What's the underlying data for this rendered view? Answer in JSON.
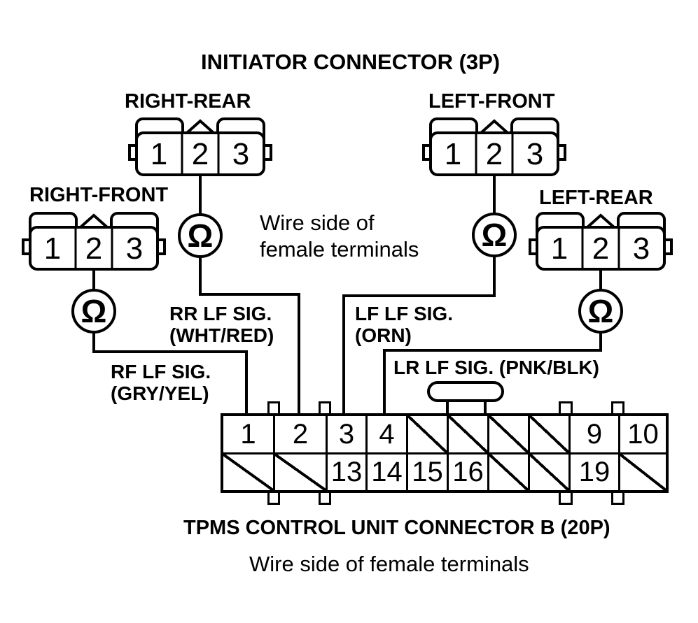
{
  "colors": {
    "line": "#000000",
    "background": "#ffffff"
  },
  "header": {
    "title": "INITIATOR CONNECTOR (3P)"
  },
  "middle_note": "Wire side of\nfemale terminals",
  "ohm_symbol": "Ω",
  "initiator_connectors": [
    {
      "id": "right-rear",
      "label": "RIGHT-REAR",
      "pins": [
        "1",
        "2",
        "3"
      ]
    },
    {
      "id": "left-front",
      "label": "LEFT-FRONT",
      "pins": [
        "1",
        "2",
        "3"
      ]
    },
    {
      "id": "right-front",
      "label": "RIGHT-FRONT",
      "pins": [
        "1",
        "2",
        "3"
      ]
    },
    {
      "id": "left-rear",
      "label": "LEFT-REAR",
      "pins": [
        "1",
        "2",
        "3"
      ]
    }
  ],
  "wire_labels": {
    "rr": "RR LF SIG.\n(WHT/RED)",
    "lf": "LF LF SIG.\n(ORN)",
    "rf": "RF LF SIG.\n(GRY/YEL)",
    "lr": "LR LF SIG. (PNK/BLK)"
  },
  "tpms_connector": {
    "title": "TPMS CONTROL UNIT CONNECTOR B (20P)",
    "note": "Wire side of female terminals",
    "top_row": [
      {
        "label": "1",
        "hatched": false
      },
      {
        "label": "2",
        "hatched": false
      },
      {
        "label": "3",
        "hatched": false
      },
      {
        "label": "4",
        "hatched": false
      },
      {
        "label": "",
        "hatched": true
      },
      {
        "label": "",
        "hatched": true
      },
      {
        "label": "",
        "hatched": true
      },
      {
        "label": "",
        "hatched": true
      },
      {
        "label": "9",
        "hatched": false
      },
      {
        "label": "10",
        "hatched": false
      }
    ],
    "bottom_row": [
      {
        "label": "",
        "hatched": true
      },
      {
        "label": "",
        "hatched": true
      },
      {
        "label": "13",
        "hatched": false
      },
      {
        "label": "14",
        "hatched": false
      },
      {
        "label": "15",
        "hatched": false
      },
      {
        "label": "16",
        "hatched": false
      },
      {
        "label": "",
        "hatched": true
      },
      {
        "label": "",
        "hatched": true
      },
      {
        "label": "19",
        "hatched": false
      },
      {
        "label": "",
        "hatched": true
      }
    ]
  }
}
